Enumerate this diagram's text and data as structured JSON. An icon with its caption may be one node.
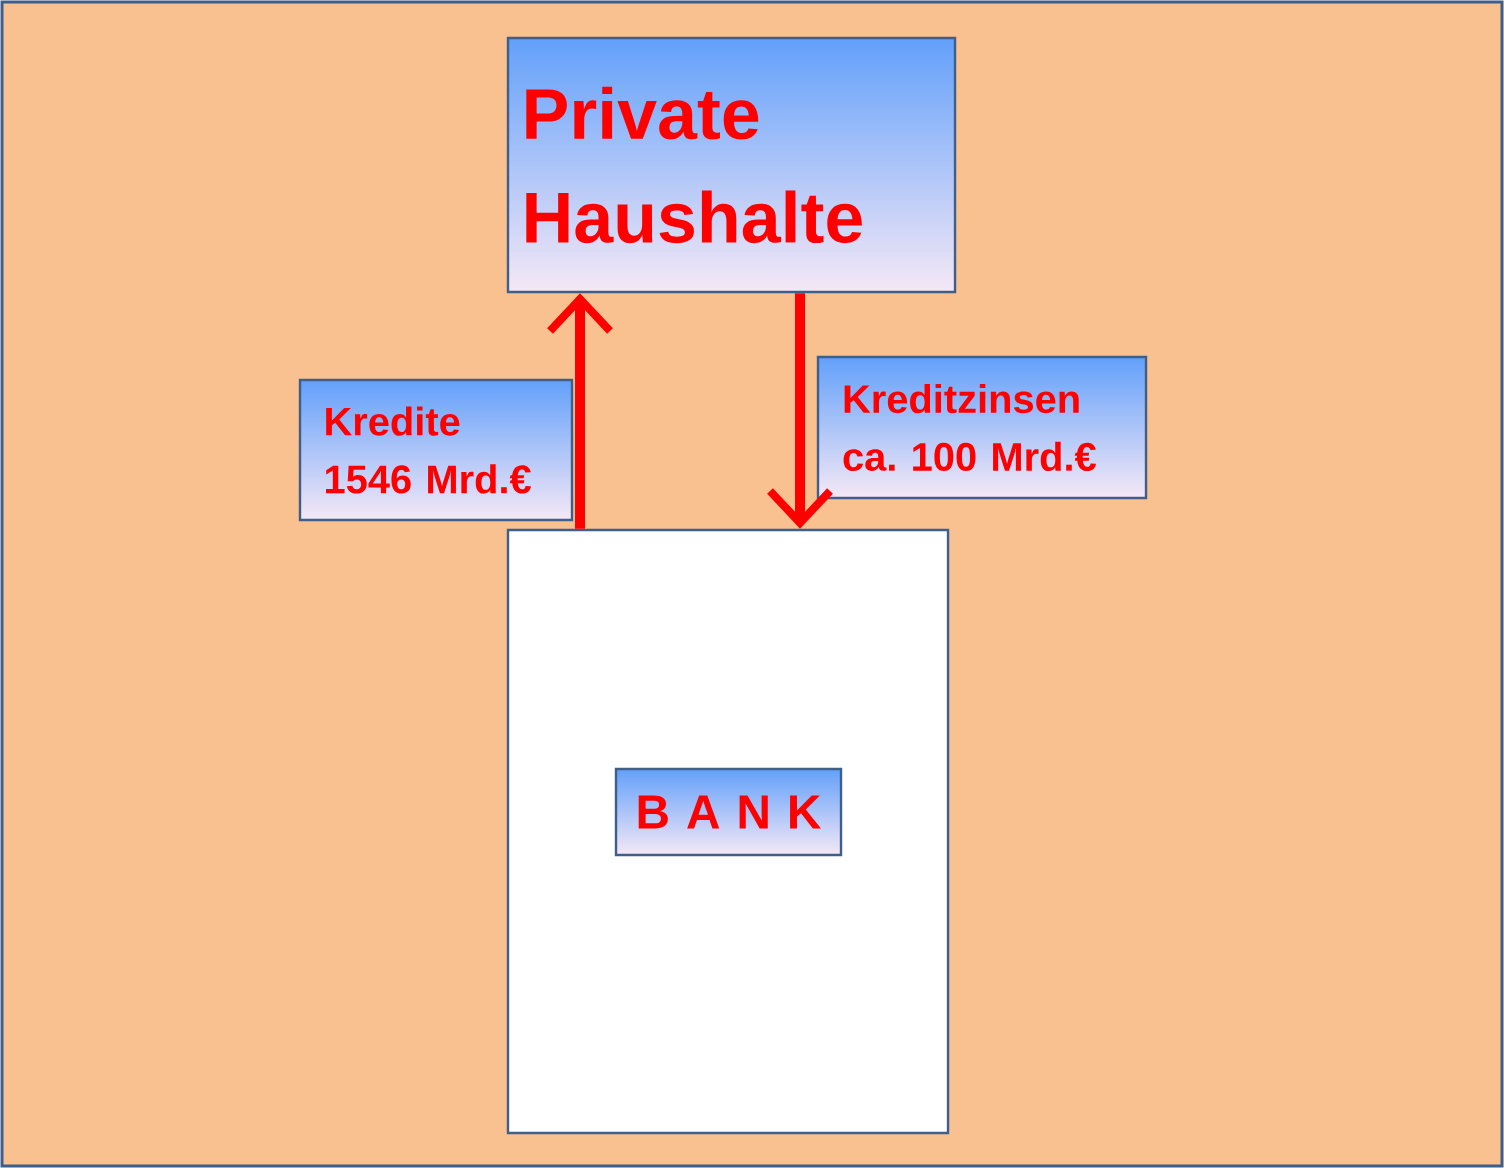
{
  "diagram": {
    "nodes": [
      {
        "text": [
          "Private Haushalte"
        ]
      },
      {
        "text": [
          "Kredite 1546 Mrd.€"
        ]
      },
      {
        "text": [
          "Kreditzinsen ca. 100 Mrd.€"
        ]
      },
      {
        "text": [],
        "shape": "box"
      },
      {
        "text": [
          "B A N K"
        ],
        "in": 3
      }
    ],
    "edges": [
      {
        "from": 3,
        "to": 0,
        "arrow": "to"
      },
      {
        "from": 0,
        "to": 3,
        "arrow": "to"
      }
    ]
  }
}
